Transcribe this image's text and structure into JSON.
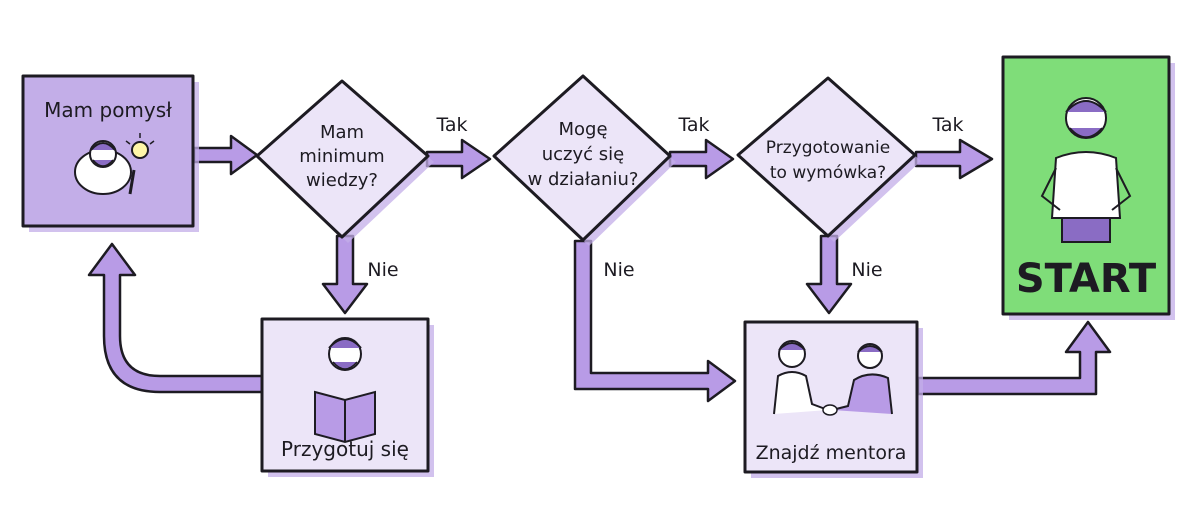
{
  "nodes": {
    "idea": {
      "label": "Mam pomysł"
    },
    "q1": {
      "lines": [
        "Mam",
        "minimum",
        "wiedzy?"
      ]
    },
    "q2": {
      "lines": [
        "Mogę",
        "uczyć się",
        "w działaniu?"
      ]
    },
    "q3": {
      "lines": [
        "Przygotowanie",
        "to wymówka?"
      ]
    },
    "prepare": {
      "label": "Przygotuj się"
    },
    "mentor": {
      "label": "Znajdź mentora"
    },
    "start": {
      "label": "START"
    }
  },
  "edges": {
    "yes_label": "Tak",
    "no_label": "Nie"
  },
  "colors": {
    "purple_fill": "#c3aee8",
    "light_purple_fill": "#ece5f8",
    "arrow_fill": "#b89be6",
    "green_fill": "#7fdd79",
    "outline": "#1d1b22"
  },
  "icons": {
    "idea": "man-with-lightbulb-icon",
    "prepare": "man-reading-book-icon",
    "mentor": "handshake-icon",
    "start": "confident-man-icon"
  }
}
